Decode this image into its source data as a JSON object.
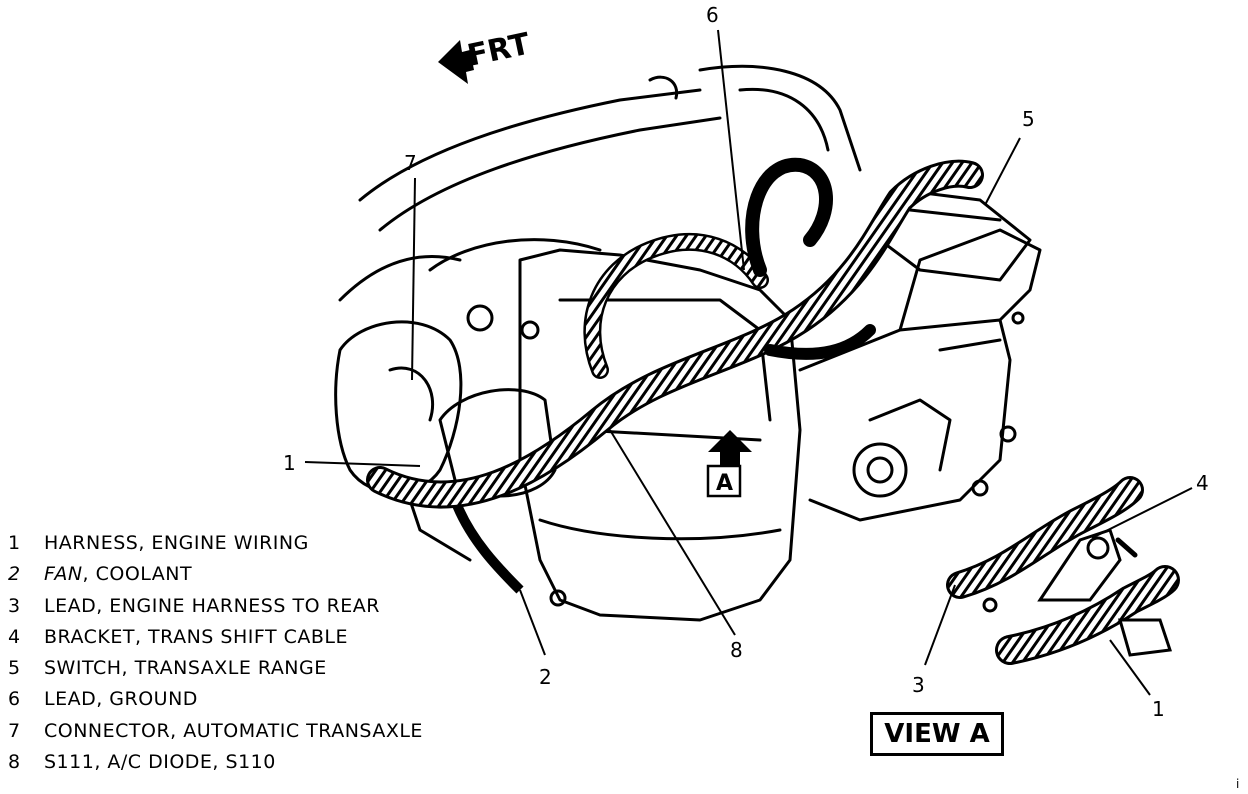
{
  "front_label": "FRT",
  "detail_marker": "A",
  "view_label": "VIEW A",
  "callouts": {
    "c1_main": "1",
    "c2": "2",
    "c3": "3",
    "c4": "4",
    "c5": "5",
    "c6": "6",
    "c7": "7",
    "c8": "8",
    "c1_view": "1"
  },
  "legend": [
    {
      "num": "1",
      "text": "HARNESS, ENGINE WIRING"
    },
    {
      "num": "2",
      "text": "FAN, COOLANT"
    },
    {
      "num": "3",
      "text": "LEAD, ENGINE HARNESS TO REAR"
    },
    {
      "num": "4",
      "text": "BRACKET, TRANS SHIFT CABLE"
    },
    {
      "num": "5",
      "text": "SWITCH, TRANSAXLE RANGE"
    },
    {
      "num": "6",
      "text": "LEAD, GROUND"
    },
    {
      "num": "7",
      "text": "CONNECTOR, AUTOMATIC TRANSAXLE"
    },
    {
      "num": "8",
      "text": "S111, A/C DIODE, S110"
    }
  ],
  "corner_mark": "i"
}
